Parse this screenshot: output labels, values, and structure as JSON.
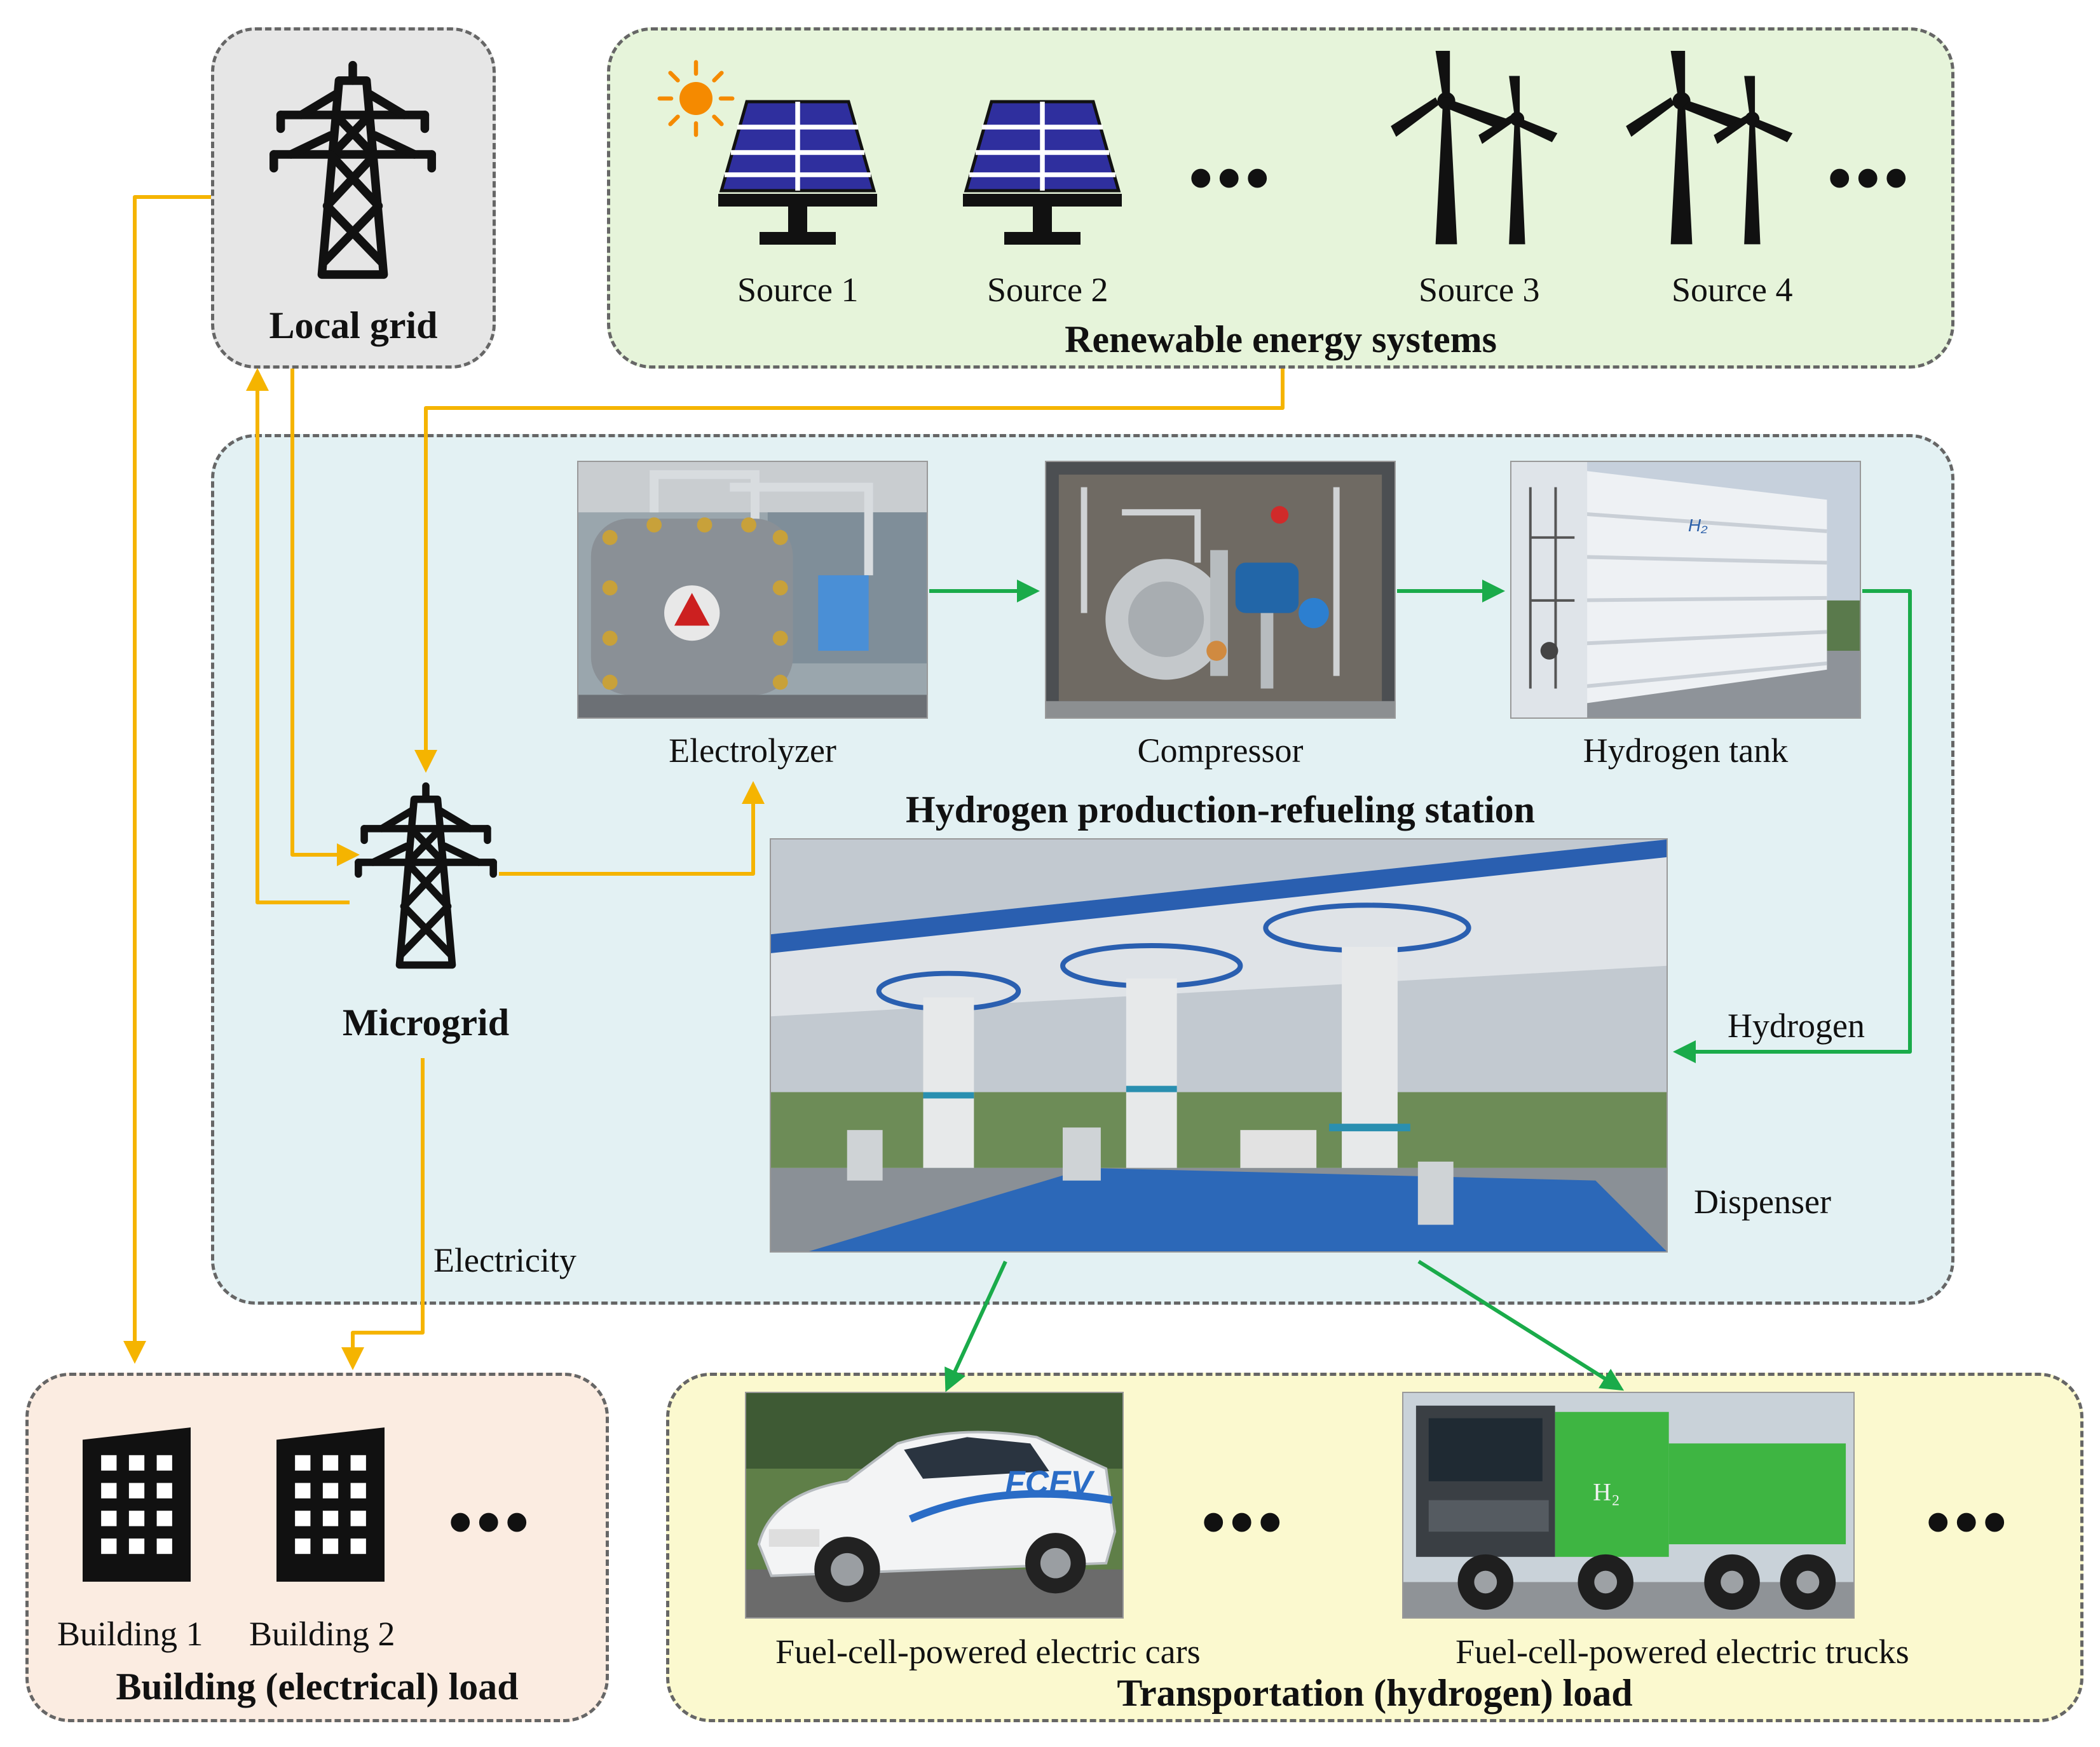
{
  "groups": {
    "local_grid": {
      "title": "Local grid",
      "icon": "transmission-tower-icon"
    },
    "renewables": {
      "title": "Renewable energy systems",
      "sources": [
        {
          "label": "Source 1",
          "icon": "solar-panel-icon"
        },
        {
          "label": "Source 2",
          "icon": "solar-panel-icon"
        },
        {
          "label": "Source 3",
          "icon": "wind-turbine-icon"
        },
        {
          "label": "Source 4",
          "icon": "wind-turbine-icon"
        }
      ],
      "ellipsis_1": "•••",
      "ellipsis_2": "•••"
    },
    "station": {
      "title": "Hydrogen production-refueling station",
      "electrolyzer": "Electrolyzer",
      "compressor": "Compressor",
      "tank": "Hydrogen tank",
      "dispenser": "Dispenser",
      "hydrogen_flow": "Hydrogen",
      "microgrid": "Microgrid"
    },
    "building_load": {
      "title": "Building (electrical) load",
      "buildings": [
        "Building 1",
        "Building 2"
      ],
      "ellipsis": "•••",
      "flow_label": "Electricity"
    },
    "transport_load": {
      "title": "Transportation (hydrogen) load",
      "cars": "Fuel-cell-powered electric cars",
      "trucks": "Fuel-cell-powered electric trucks",
      "ellipsis_1": "•••",
      "ellipsis_2": "•••",
      "car_livery": "FCEV",
      "truck_marking": "H₂"
    }
  },
  "colors": {
    "electric_flow": "#f5b400",
    "hydrogen_flow": "#1aab4a",
    "local_grid_bg": "#e6e6e6",
    "renewables_bg": "#e6f4da",
    "station_bg": "#e3f1f3",
    "building_bg": "#fbece1",
    "transport_bg": "#fbf9cf"
  }
}
